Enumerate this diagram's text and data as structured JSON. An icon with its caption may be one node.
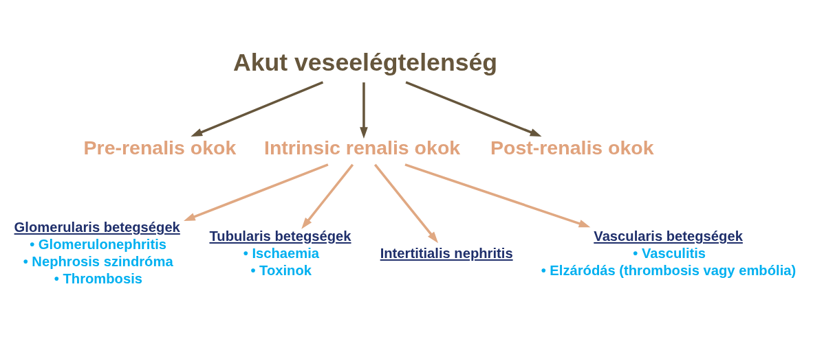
{
  "diagram": {
    "nodes": [
      {
        "text": [
          "Akut veseelégtelenség"
        ]
      },
      {
        "text": [
          "Pre-renalis okok"
        ]
      },
      {
        "text": [
          "Intrinsic renalis okok"
        ]
      },
      {
        "text": [
          "Post-renalis okok"
        ]
      },
      {
        "text": [
          "Glomerularis betegségek",
          "• Glomerulonephritis",
          "• Nephrosis szindróma",
          "• Thrombosis"
        ]
      },
      {
        "text": [
          "Tubularis betegségek",
          "• Ischaemia",
          "• Toxinok"
        ]
      },
      {
        "text": [
          "Intertitialis nephritis"
        ]
      },
      {
        "text": [
          "Vascularis betegségek",
          "• Vasculitis",
          "• Elzáródás (thrombosis vagy embólia)"
        ]
      }
    ],
    "edges": [
      {
        "from": 0,
        "to": 1,
        "arrow": "to",
        "color": "#66563c"
      },
      {
        "from": 0,
        "to": 2,
        "arrow": "to",
        "color": "#66563c"
      },
      {
        "from": 0,
        "to": 3,
        "arrow": "to",
        "color": "#66563c"
      },
      {
        "from": 2,
        "to": 4,
        "arrow": "to"
      },
      {
        "from": 2,
        "to": 5,
        "arrow": "to"
      },
      {
        "from": 2,
        "to": 6,
        "arrow": "to"
      },
      {
        "from": 2,
        "to": 7,
        "arrow": "to"
      }
    ]
  }
}
